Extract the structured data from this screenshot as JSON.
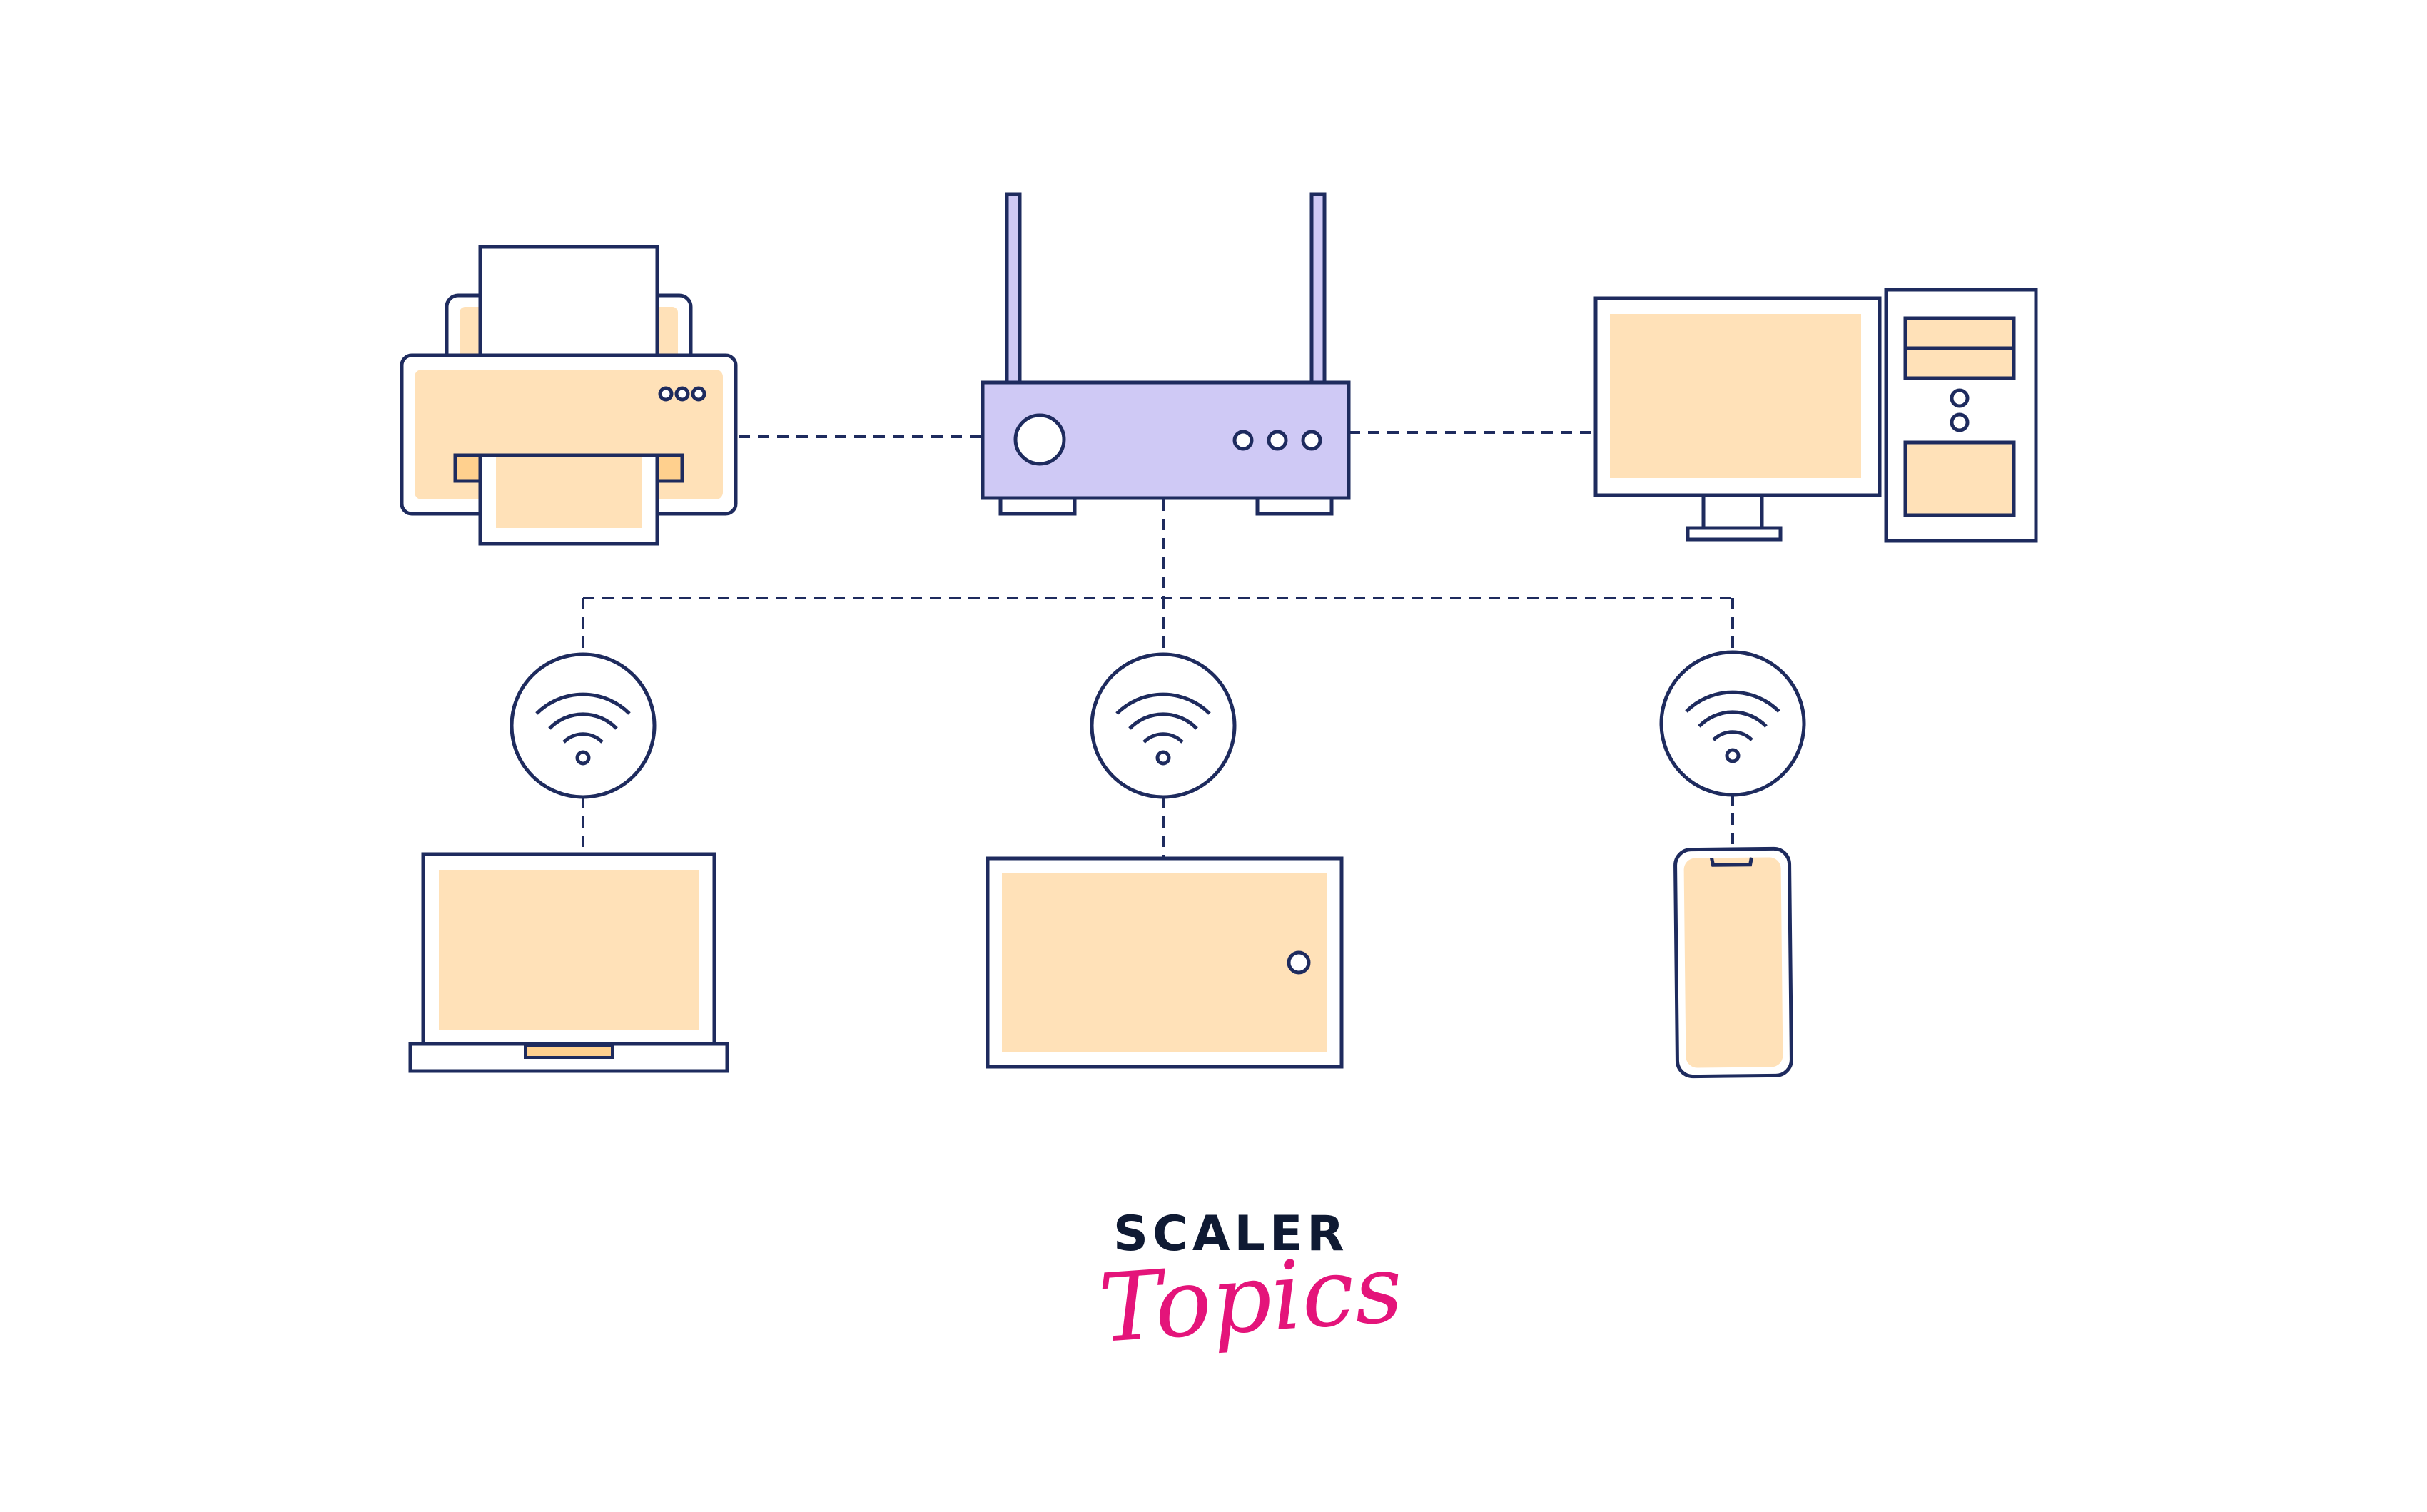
{
  "colors": {
    "stroke": "#1e2b5e",
    "fill_peach": "#ffe1b8",
    "fill_peach_dark": "#ffd08e",
    "fill_router": "#cfc9f5",
    "logo_dark": "#0f1a33",
    "logo_pink": "#e4147a",
    "background": "#ffffff"
  },
  "nodes": [
    {
      "id": "router",
      "icon": "router-icon"
    },
    {
      "id": "printer",
      "icon": "printer-icon"
    },
    {
      "id": "desktop",
      "icon": "desktop-computer-icon"
    },
    {
      "id": "wifi-left",
      "icon": "wifi-icon"
    },
    {
      "id": "wifi-center",
      "icon": "wifi-icon"
    },
    {
      "id": "wifi-right",
      "icon": "wifi-icon"
    },
    {
      "id": "laptop",
      "icon": "laptop-icon"
    },
    {
      "id": "tablet",
      "icon": "tablet-icon"
    },
    {
      "id": "phone",
      "icon": "smartphone-icon"
    }
  ],
  "connections": [
    {
      "from": "printer",
      "to": "router",
      "style": "dashed"
    },
    {
      "from": "router",
      "to": "desktop",
      "style": "dashed"
    },
    {
      "from": "router",
      "to": "wifi-left",
      "style": "dashed"
    },
    {
      "from": "router",
      "to": "wifi-center",
      "style": "dashed"
    },
    {
      "from": "router",
      "to": "wifi-right",
      "style": "dashed"
    },
    {
      "from": "wifi-left",
      "to": "laptop",
      "style": "dashed"
    },
    {
      "from": "wifi-center",
      "to": "tablet",
      "style": "dashed"
    },
    {
      "from": "wifi-right",
      "to": "phone",
      "style": "dashed"
    }
  ],
  "logo": {
    "line1": "SCALER",
    "line2": "Topics"
  }
}
